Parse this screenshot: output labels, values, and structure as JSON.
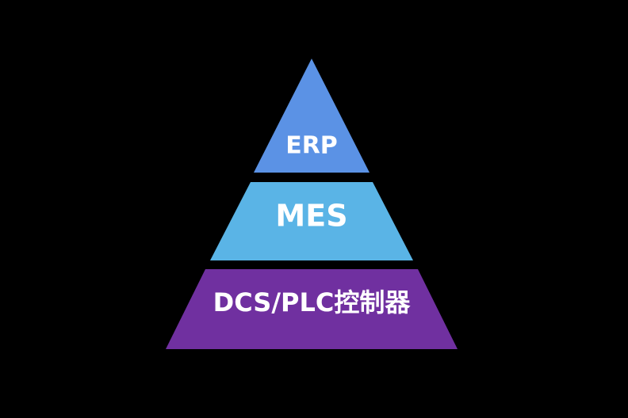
{
  "diagram": {
    "background_color": "#000000",
    "tiers": [
      {
        "label": "ERP",
        "color": "#5b92e5"
      },
      {
        "label": "MES",
        "color": "#5ab4e6"
      },
      {
        "label": "DCS/PLC控制器",
        "color": "#7030a0"
      }
    ]
  }
}
